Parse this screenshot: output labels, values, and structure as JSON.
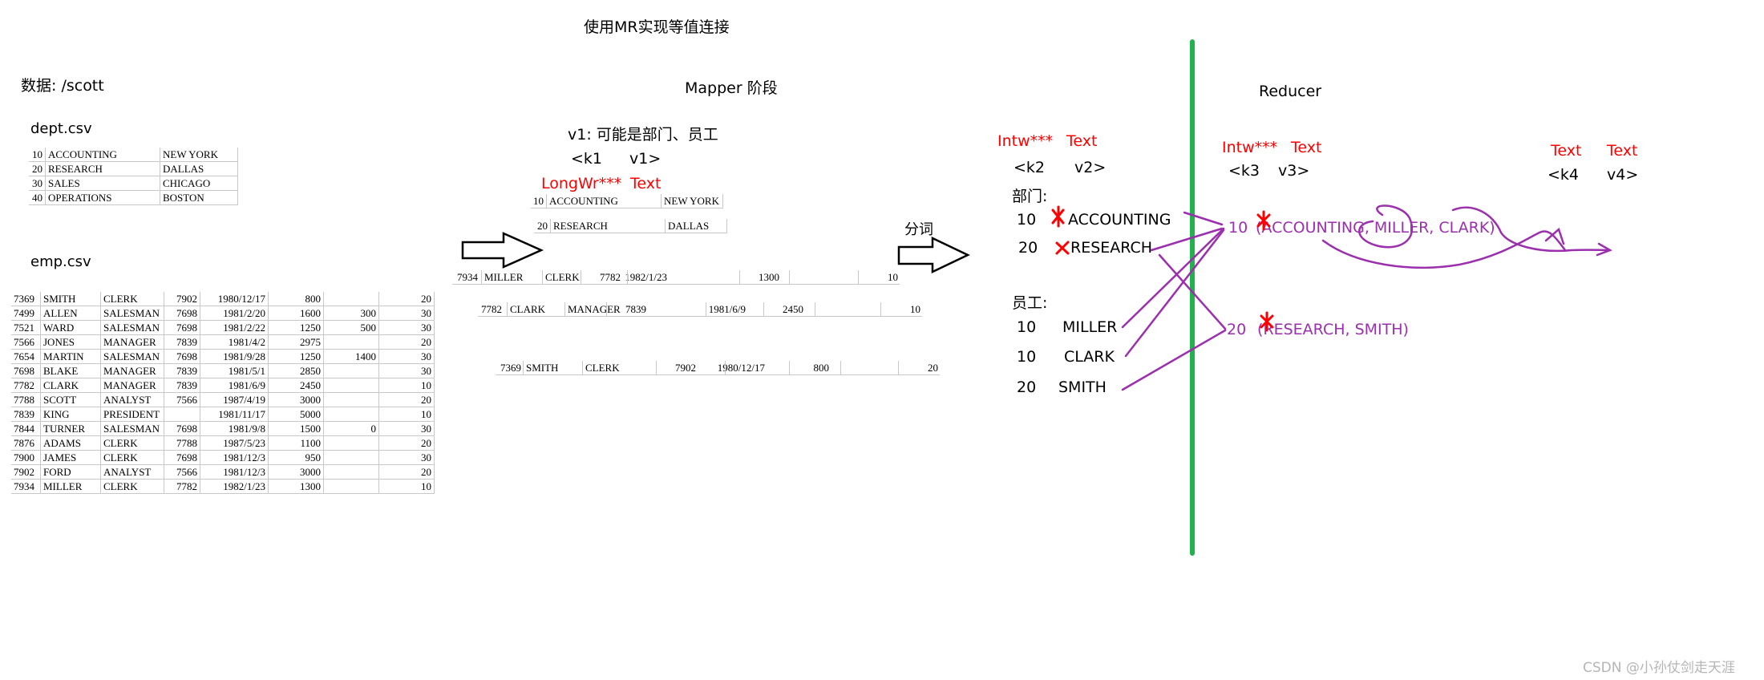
{
  "title": "使用MR实现等值连接",
  "data_label": "数据:  /scott",
  "dept": {
    "label": "dept.csv",
    "rows": [
      [
        "10",
        "ACCOUNTING",
        "NEW YORK"
      ],
      [
        "20",
        "RESEARCH",
        "DALLAS"
      ],
      [
        "30",
        "SALES",
        "CHICAGO"
      ],
      [
        "40",
        "OPERATIONS",
        "BOSTON"
      ]
    ]
  },
  "emp": {
    "label": "emp.csv",
    "rows": [
      [
        "7369",
        "SMITH",
        "CLERK",
        "7902",
        "1980/12/17",
        "800",
        "",
        "20"
      ],
      [
        "7499",
        "ALLEN",
        "SALESMAN",
        "7698",
        "1981/2/20",
        "1600",
        "300",
        "30"
      ],
      [
        "7521",
        "WARD",
        "SALESMAN",
        "7698",
        "1981/2/22",
        "1250",
        "500",
        "30"
      ],
      [
        "7566",
        "JONES",
        "MANAGER",
        "7839",
        "1981/4/2",
        "2975",
        "",
        "20"
      ],
      [
        "7654",
        "MARTIN",
        "SALESMAN",
        "7698",
        "1981/9/28",
        "1250",
        "1400",
        "30"
      ],
      [
        "7698",
        "BLAKE",
        "MANAGER",
        "7839",
        "1981/5/1",
        "2850",
        "",
        "30"
      ],
      [
        "7782",
        "CLARK",
        "MANAGER",
        "7839",
        "1981/6/9",
        "2450",
        "",
        "10"
      ],
      [
        "7788",
        "SCOTT",
        "ANALYST",
        "7566",
        "1987/4/19",
        "3000",
        "",
        "20"
      ],
      [
        "7839",
        "KING",
        "PRESIDENT",
        "",
        "1981/11/17",
        "5000",
        "",
        "10"
      ],
      [
        "7844",
        "TURNER",
        "SALESMAN",
        "7698",
        "1981/9/8",
        "1500",
        "0",
        "30"
      ],
      [
        "7876",
        "ADAMS",
        "CLERK",
        "7788",
        "1987/5/23",
        "1100",
        "",
        "20"
      ],
      [
        "7900",
        "JAMES",
        "CLERK",
        "7698",
        "1981/12/3",
        "950",
        "",
        "30"
      ],
      [
        "7902",
        "FORD",
        "ANALYST",
        "7566",
        "1981/12/3",
        "3000",
        "",
        "20"
      ],
      [
        "7934",
        "MILLER",
        "CLERK",
        "7782",
        "1982/1/23",
        "1300",
        "",
        "10"
      ]
    ]
  },
  "mapper": {
    "title": "Mapper 阶段",
    "v1_note": "v1: 可能是部门、员工",
    "k1": "<k1",
    "v1": "v1>",
    "k1_type": "LongWr***",
    "v1_type": "Text",
    "sample_dept": [
      [
        "10",
        "ACCOUNTING",
        "NEW YORK"
      ],
      [
        "20",
        "RESEARCH",
        "DALLAS"
      ]
    ],
    "sample_emp": [
      [
        "7934",
        "MILLER",
        "CLERK",
        "7782",
        "1982/1/23",
        "1300",
        "",
        "10"
      ],
      [
        "7782",
        "CLARK",
        "MANAGER",
        "7839",
        "1981/6/9",
        "2450",
        "",
        "10"
      ],
      [
        "7369",
        "SMITH",
        "CLERK",
        "7902",
        "1980/12/17",
        "800",
        "",
        "20"
      ]
    ],
    "split_label": "分词"
  },
  "map_out": {
    "k2_type": "Intw***",
    "v2_type": "Text",
    "k2": "<k2",
    "v2": "v2>",
    "dept_label": "部门:",
    "depts": [
      {
        "key": "10",
        "value": "ACCOUNTING"
      },
      {
        "key": "20",
        "value": "RESEARCH"
      }
    ],
    "emp_label": "员工:",
    "emps": [
      {
        "key": "10",
        "value": "MILLER"
      },
      {
        "key": "10",
        "value": "CLARK"
      },
      {
        "key": "20",
        "value": "SMITH"
      }
    ]
  },
  "reducer": {
    "title": "Reducer",
    "k3_type": "Intw***",
    "v3_type": "Text",
    "k3": "<k3",
    "v3": "v3>",
    "k4_type": "Text",
    "v4_type": "Text",
    "k4": "<k4",
    "v4": "v4>",
    "groups": [
      {
        "key": "10",
        "values": "(ACCOUNTING, MILLER, CLARK)"
      },
      {
        "key": "20",
        "values": "(RESEARCH, SMITH)"
      }
    ]
  },
  "colors": {
    "divider": "#22b14c",
    "annotation": "#9b2fae",
    "type_label": "#ff0000"
  },
  "watermark": "CSDN @小孙仗剑走天涯"
}
